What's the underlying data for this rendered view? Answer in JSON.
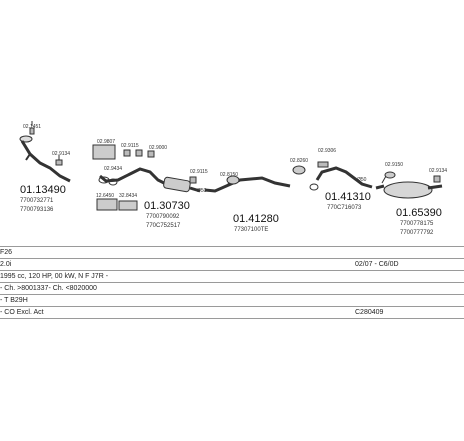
{
  "parts": {
    "p1_codes": [
      "02.1451",
      "02.9134"
    ],
    "p1_number": "01.13490",
    "p1_oem": [
      "7700732771",
      "7700793136"
    ],
    "p2_codes": [
      "02.9807",
      "02.9115",
      "02.9000",
      "02.9434",
      "12.6450",
      "32.8434",
      "02.9115"
    ],
    "p2_number": "01.30730",
    "p2_oem": [
      "7700790092",
      "770C752517"
    ],
    "p3_codes": [
      "02.8150"
    ],
    "p3_number": "01.41280",
    "p3_oem": "77307100TE",
    "p4_codes": [
      "02.8260",
      "02.9306"
    ],
    "p4_number": "01.41310",
    "p4_oem": "770C716073",
    "p5_codes": [
      "02.9150",
      "02.9134"
    ],
    "p5_number": "01.65390",
    "p5_oem": [
      "7700778175",
      "7700777792"
    ],
    "diameters": [
      "Ø50",
      "Ø50"
    ]
  },
  "info": {
    "model": "F26",
    "engine": "2.0i",
    "period": "02/07 - C6/0D",
    "specs": "1995 cc, 120 HP, 00 kW, N F J7R -",
    "chassis": "- Ch. >8001337- Ch. <8020000",
    "type": "- T B29H",
    "emission": "- CO Excl. Act",
    "catalog_no": "C280409"
  }
}
